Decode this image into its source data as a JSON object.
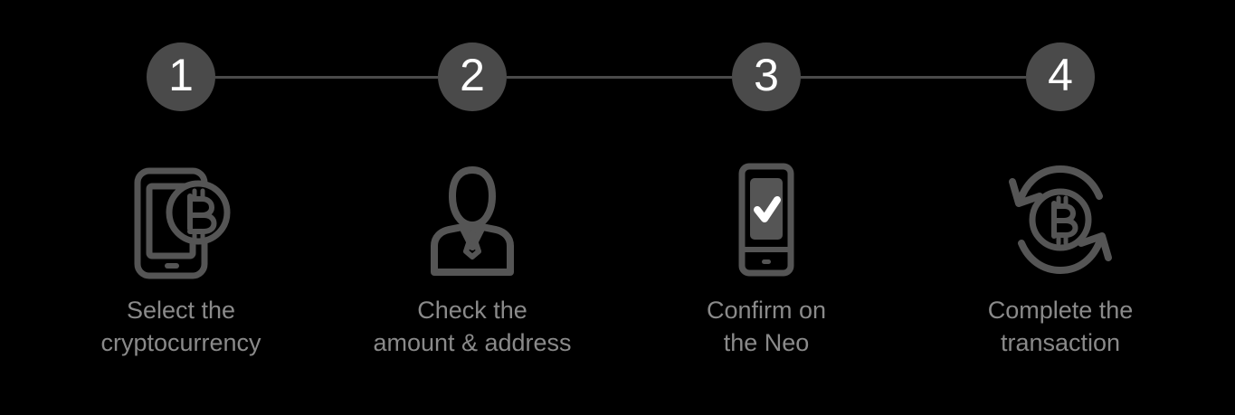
{
  "theme": {
    "background": "#000000",
    "circle_fill": "#4a4a4a",
    "circle_text": "#ffffff",
    "connector": "#4a4a4a",
    "icon_stroke": "#555555",
    "label_text": "#8a8a8a"
  },
  "stepper": {
    "steps": [
      {
        "number": "1",
        "icon": "smartphone-bitcoin-icon",
        "label": "Select the\ncryptocurrency",
        "label_line1": "Select the",
        "label_line2": "cryptocurrency"
      },
      {
        "number": "2",
        "icon": "person-suit-icon",
        "label": "Check the\namount & address",
        "label_line1": "Check the",
        "label_line2": "amount & address"
      },
      {
        "number": "3",
        "icon": "device-checkmark-icon",
        "label": "Confirm on\nthe Neo",
        "label_line1": "Confirm on",
        "label_line2": "the Neo"
      },
      {
        "number": "4",
        "icon": "bitcoin-exchange-arrows-icon",
        "label": "Complete the\ntransaction",
        "label_line1": "Complete the",
        "label_line2": "transaction"
      }
    ]
  }
}
